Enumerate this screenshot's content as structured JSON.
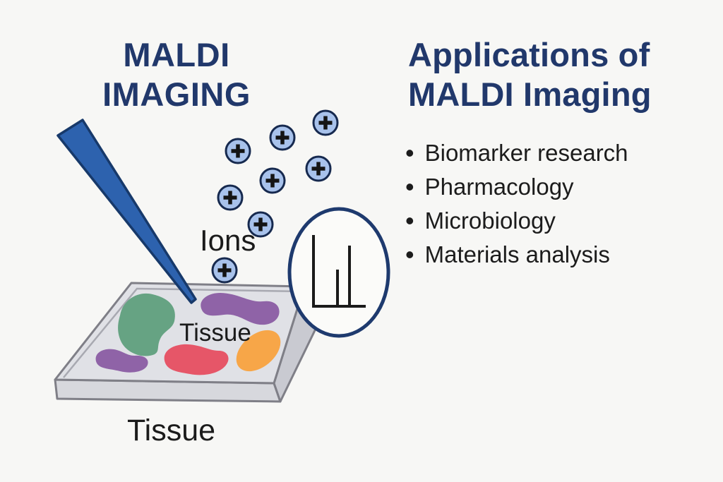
{
  "left_panel": {
    "title_line1": "MALDI",
    "title_line2": "IMAGING",
    "ions_label": "Ions",
    "slide_tissue_label": "Tissue",
    "bottom_tissue_label": "Tissue",
    "ion_count": 8,
    "icons": {
      "ion": "plus-ion-icon",
      "laser": "laser-beam-icon",
      "magnifier": "mass-spectrum-circle-icon",
      "slide": "tissue-slide"
    }
  },
  "right_panel": {
    "heading_line1": "Applications of",
    "heading_line2": "MALDI Imaging",
    "bullet": "•",
    "items": [
      "Biomarker research",
      "Pharmacology",
      "Microbiology",
      "Materials analysis"
    ]
  },
  "colors": {
    "background": "#f7f7f5",
    "heading_navy": "#21386b",
    "body_text": "#1c1c1c",
    "laser_blue": "#2d62ae",
    "outline_navy": "#17396a",
    "ion_fill": "#a8c2eb",
    "ion_stroke": "#16294e",
    "circle_stroke": "#1e3a6e",
    "slide_top": "#e0e1e6",
    "slide_side": "#c9cad1",
    "slide_front": "#d7d8dd",
    "slide_outline": "#7f7f87",
    "blob_green": "#66a383",
    "blob_purple": "#8f63a7",
    "blob_red": "#e65668",
    "blob_orange": "#f7a648",
    "spectrum_line": "#1a1a1a"
  }
}
